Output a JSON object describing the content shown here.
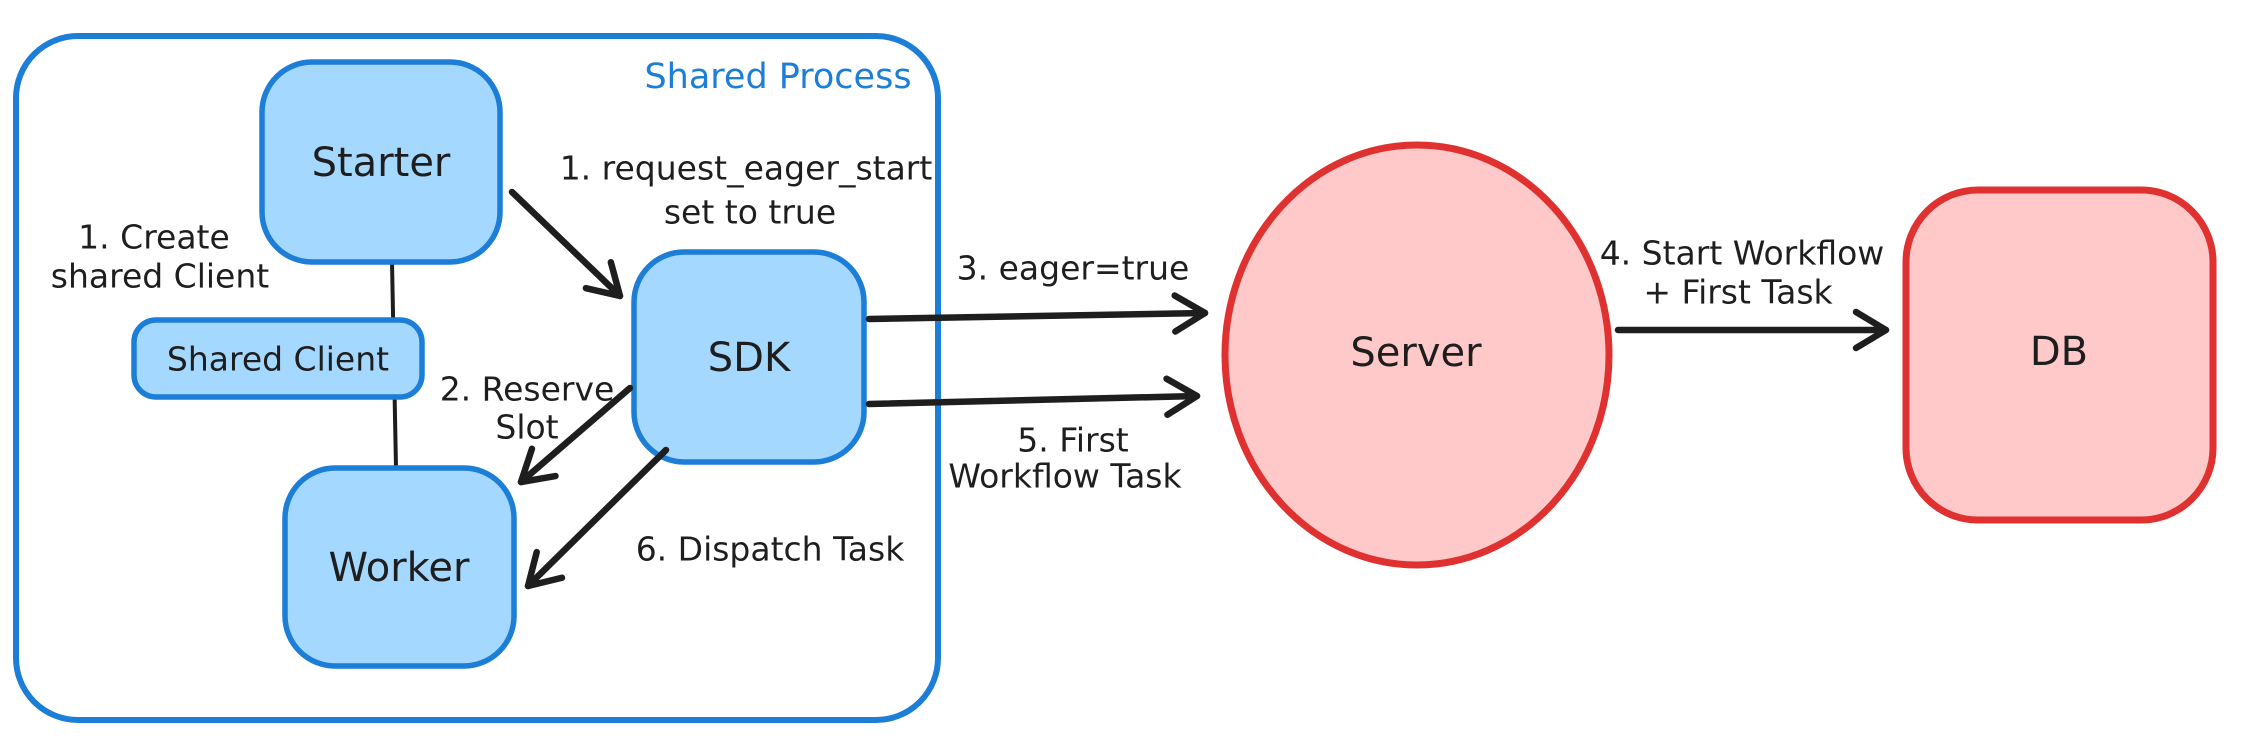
{
  "diagram_title": "Shared Process",
  "colors": {
    "blue_stroke": "#1c7ed6",
    "blue_fill": "#a5d8ff",
    "red_stroke": "#e03131",
    "red_fill": "#ffc9c9",
    "ink": "#1e1e1e",
    "bg": "#ffffff"
  },
  "container": {
    "label": "Shared Process"
  },
  "nodes": {
    "starter": {
      "label": "Starter"
    },
    "shared_client": {
      "label": "Shared Client"
    },
    "worker": {
      "label": "Worker"
    },
    "sdk": {
      "label": "SDK"
    },
    "server": {
      "label": "Server"
    },
    "db": {
      "label": "DB"
    }
  },
  "annotations": {
    "create_shared_client": {
      "line1": "1. Create",
      "line2": "shared Client"
    },
    "request_eager_start": {
      "line1": "1. request_eager_start",
      "line2": "set to true"
    },
    "reserve_slot": {
      "line1": "2. Reserve",
      "line2": "Slot"
    },
    "eager_true": {
      "text": "3. eager=true"
    },
    "start_workflow": {
      "line1": "4. Start Workflow",
      "line2": "+ First Task"
    },
    "first_workflow_task": {
      "line1": "5. First",
      "line2": "Workflow Task"
    },
    "dispatch_task": {
      "text": "6. Dispatch Task"
    }
  }
}
